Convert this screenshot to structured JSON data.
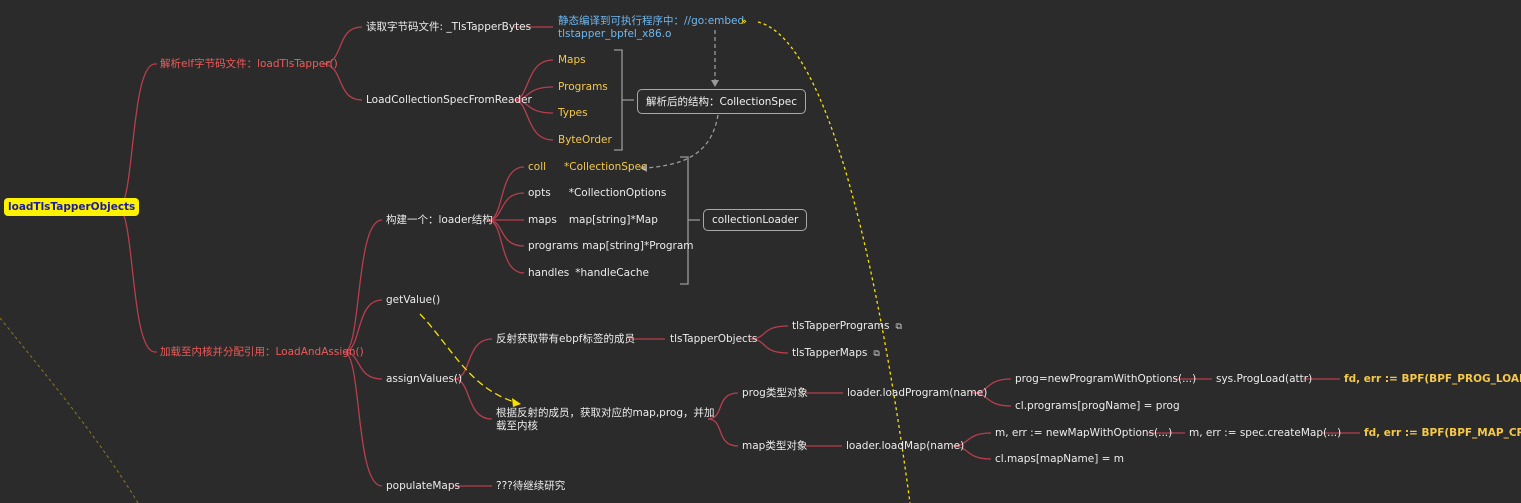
{
  "root": "loadTlsTapperObjects",
  "branch1": {
    "label": "解析elf字节码文件：loadTlsTapper()",
    "read_bytes": "读取字节码文件: _TlsTapperBytes",
    "embed_line1": "静态编译到可执行程序中：//go:embed",
    "embed_line2": "tlstapper_bpfel_x86.o",
    "load_spec": "LoadCollectionSpecFromReader",
    "spec_fields": [
      "Maps",
      "Programs",
      "Types",
      "ByteOrder"
    ],
    "spec_box": "解析后的结构：CollectionSpec"
  },
  "branch2": {
    "label": "加载至内核并分配引用：LoadAndAssign()",
    "build": "构建一个：loader结构",
    "loader_fields": [
      {
        "name": "coll",
        "type": "*CollectionSpec"
      },
      {
        "name": "opts",
        "type": "*CollectionOptions"
      },
      {
        "name": "maps",
        "type": "map[string]*Map"
      },
      {
        "name": "programs",
        "type": "map[string]*Program"
      },
      {
        "name": "handles",
        "type": "*handleCache"
      }
    ],
    "loader_box": "collectionLoader",
    "get_value": "getValue()",
    "assign_values": "assignValues()",
    "reflect": "反射获取带有ebpf标签的成员",
    "tls_objects": "tlsTapperObjects",
    "tls_programs": "tlsTapperPrograms",
    "tls_maps": "tlsTapperMaps",
    "reflect_load_line1": "根据反射的成员，获取对应的map,prog，并加",
    "reflect_load_line2": "载至内核",
    "prog_type": "prog类型对象",
    "load_program": "loader.loadProgram(name)",
    "new_program": "prog=newProgramWithOptions(...)",
    "sys_prog_load": "sys.ProgLoad(attr)",
    "bpf_prog_load": "fd, err := BPF(BPF_PROG_LOAD,...",
    "programs_assign": "cl.programs[progName] = prog",
    "map_type": "map类型对象",
    "load_map": "loader.loadMap(name)",
    "new_map": "m, err := newMapWithOptions(...)",
    "create_map": "m, err := spec.createMap(...)",
    "bpf_map_create": "fd, err := BPF(BPF_MAP_CREATE,",
    "maps_assign": "cl.maps[mapName] = m",
    "populate": "populateMaps",
    "todo": "???待继续研究"
  },
  "colors": {
    "background": "#2b2b2b",
    "red_branch": "#b83e4e",
    "yellow_text": "#f6c94b",
    "root_fill": "#fff200",
    "dashed_yellow": "#f6e000"
  }
}
